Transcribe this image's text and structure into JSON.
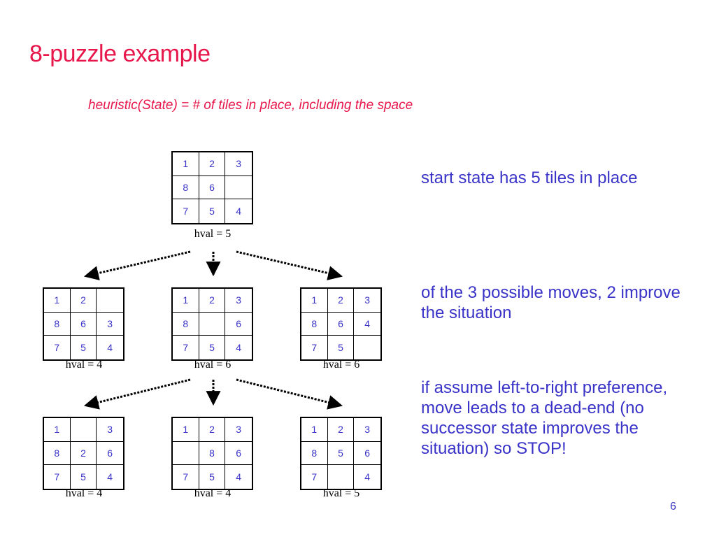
{
  "title": "8-puzzle example",
  "subtitle": "heuristic(State) = # of tiles in place, including the space",
  "notes": [
    "start state has 5 tiles in place",
    "of the 3 possible moves, 2 improve the situation",
    "if assume left-to-right preference, move leads to a dead-end (no successor state improves the situation) so STOP!"
  ],
  "page_number": "6",
  "boards": [
    {
      "cells": [
        "1",
        "2",
        "3",
        "8",
        "6",
        "",
        "7",
        "5",
        "4"
      ],
      "hval": "hval = 5"
    },
    {
      "cells": [
        "1",
        "2",
        "",
        "8",
        "6",
        "3",
        "7",
        "5",
        "4"
      ],
      "hval": "hval = 4"
    },
    {
      "cells": [
        "1",
        "2",
        "3",
        "8",
        "",
        "6",
        "7",
        "5",
        "4"
      ],
      "hval": "hval = 6"
    },
    {
      "cells": [
        "1",
        "2",
        "3",
        "8",
        "6",
        "4",
        "7",
        "5",
        ""
      ],
      "hval": "hval = 6"
    },
    {
      "cells": [
        "1",
        "",
        "3",
        "8",
        "2",
        "6",
        "7",
        "5",
        "4"
      ],
      "hval": "hval = 4"
    },
    {
      "cells": [
        "1",
        "2",
        "3",
        "",
        "8",
        "6",
        "7",
        "5",
        "4"
      ],
      "hval": "hval = 4"
    },
    {
      "cells": [
        "1",
        "2",
        "3",
        "8",
        "5",
        "6",
        "7",
        "",
        "4"
      ],
      "hval": "hval = 5"
    }
  ]
}
